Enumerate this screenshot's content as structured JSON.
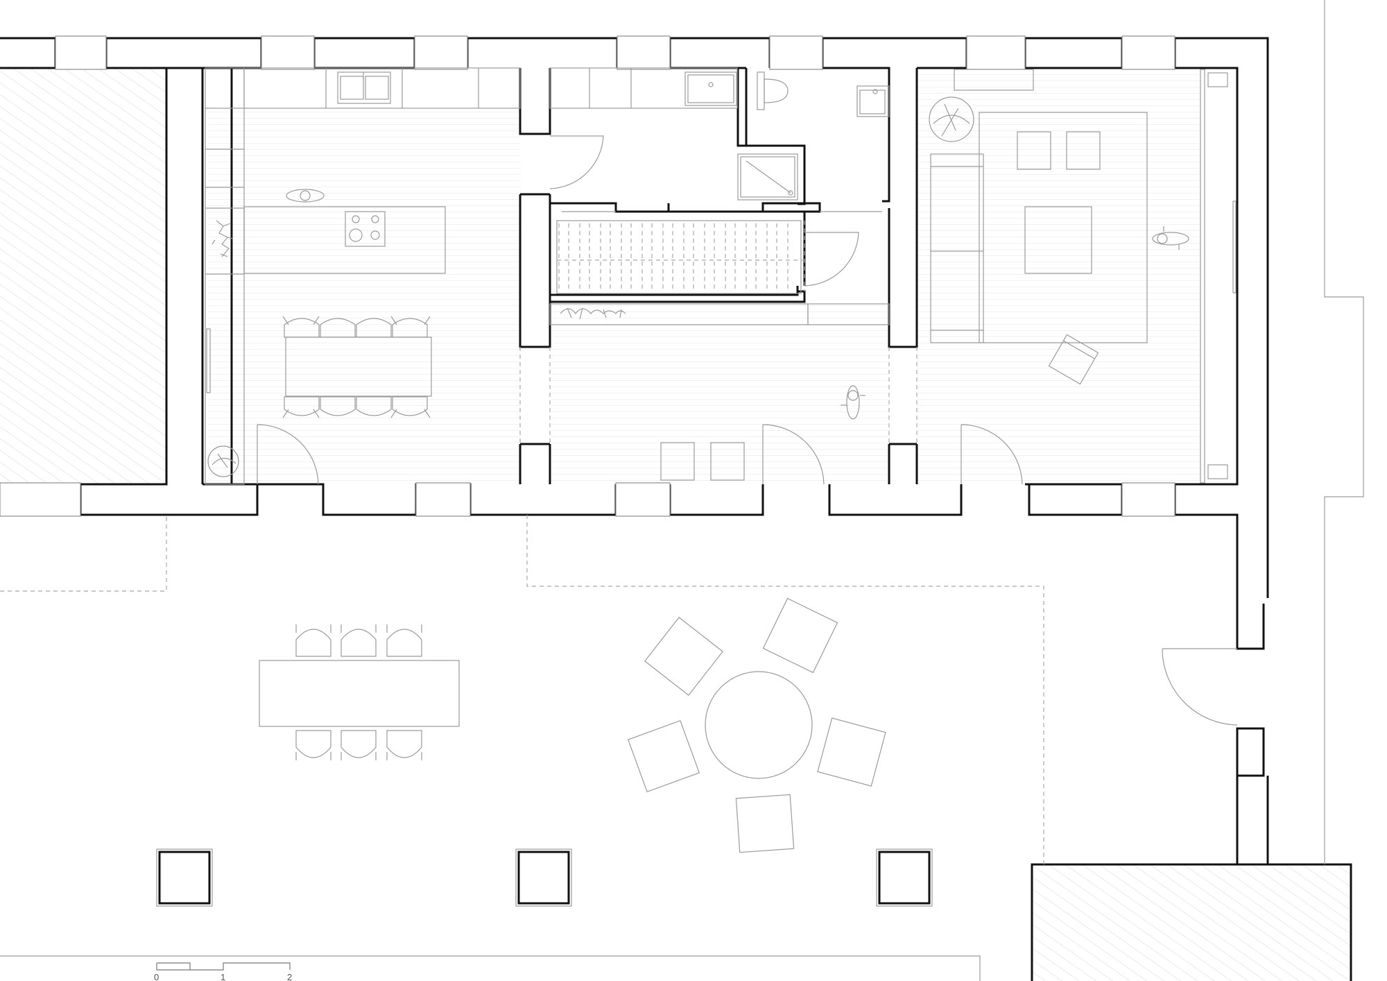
{
  "drawing": {
    "type": "architectural floor plan",
    "colors": {
      "wall": "#111111",
      "furniture_line": "#9a9a9a",
      "hatch": "#d6d6d6",
      "background": "#ffffff"
    }
  },
  "scale_bar": {
    "labels": [
      "0",
      "1",
      "2"
    ]
  },
  "icons": {
    "sink": "double-sink-icon",
    "cooktop": "cooktop-icon",
    "toilet": "toilet-icon",
    "shower": "shower-icon",
    "plant": "plant-icon",
    "chair": "chair-icon"
  }
}
